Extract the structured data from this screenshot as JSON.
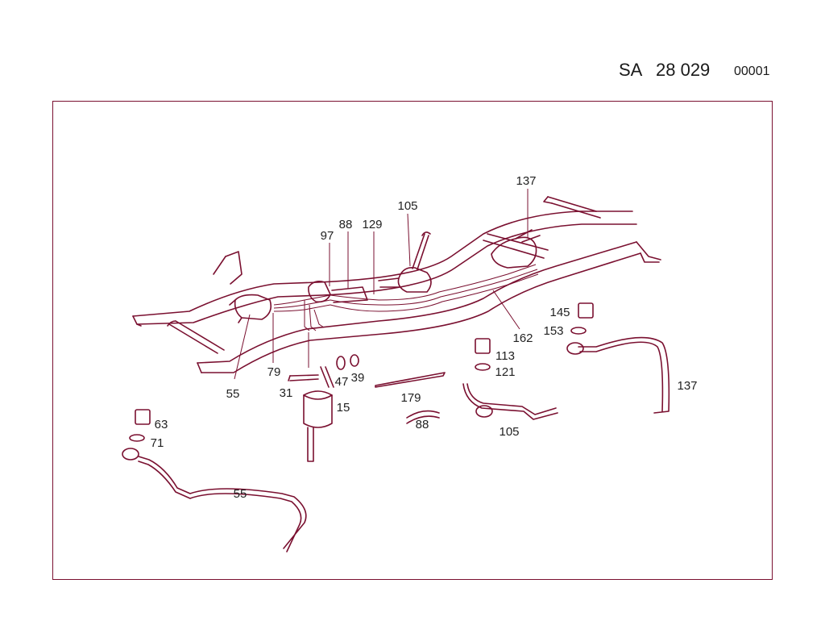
{
  "header": {
    "prefix": "SA",
    "number": "28 029",
    "sheet": "00001"
  },
  "callouts": [
    {
      "id": "c137a",
      "text": "137"
    },
    {
      "id": "c105a",
      "text": "105"
    },
    {
      "id": "c88a",
      "text": "88"
    },
    {
      "id": "c129",
      "text": "129"
    },
    {
      "id": "c97",
      "text": "97"
    },
    {
      "id": "c162",
      "text": "162"
    },
    {
      "id": "c145",
      "text": "145"
    },
    {
      "id": "c153",
      "text": "153"
    },
    {
      "id": "c113",
      "text": "113"
    },
    {
      "id": "c121",
      "text": "121"
    },
    {
      "id": "c137b",
      "text": "137"
    },
    {
      "id": "c79",
      "text": "79"
    },
    {
      "id": "c55a",
      "text": "55"
    },
    {
      "id": "c31",
      "text": "31"
    },
    {
      "id": "c47",
      "text": "47"
    },
    {
      "id": "c39",
      "text": "39"
    },
    {
      "id": "c15",
      "text": "15"
    },
    {
      "id": "c179",
      "text": "179"
    },
    {
      "id": "c88b",
      "text": "88"
    },
    {
      "id": "c105b",
      "text": "105"
    },
    {
      "id": "c63",
      "text": "63"
    },
    {
      "id": "c71",
      "text": "71"
    },
    {
      "id": "c55b",
      "text": "55"
    }
  ]
}
